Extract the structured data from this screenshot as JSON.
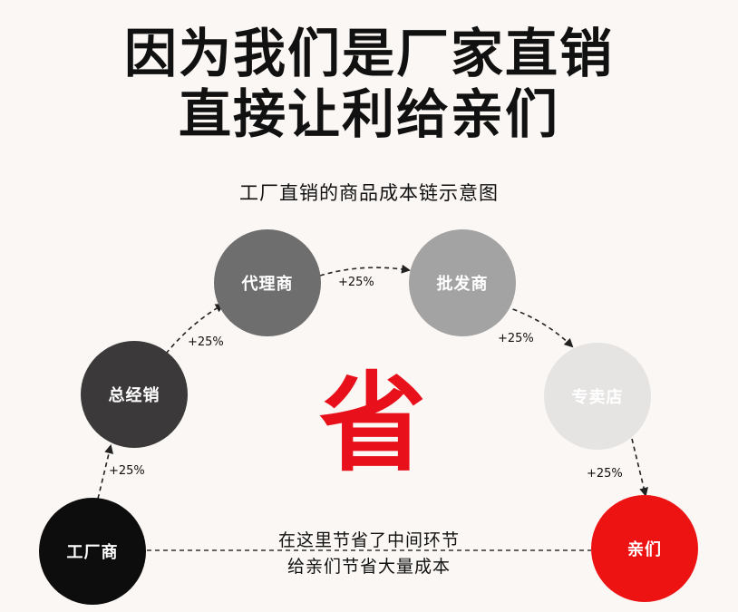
{
  "headline": [
    "因为我们是厂家直销",
    "直接让利给亲们"
  ],
  "subtitle": "工厂直销的商品成本链示意图",
  "nodes": [
    {
      "label": "工厂商",
      "color": "#0d0d0d"
    },
    {
      "label": "总经销",
      "color": "#3b393a"
    },
    {
      "label": "代理商",
      "color": "#6f6e6f"
    },
    {
      "label": "批发商",
      "color": "#a4a3a3"
    },
    {
      "label": "专卖店",
      "color": "#e6e4e3"
    },
    {
      "label": "亲们",
      "color": "#ee1313"
    }
  ],
  "markups": [
    "+25%",
    "+25%",
    "+25%",
    "+25%",
    "+25%"
  ],
  "big_char": "省",
  "note": [
    "在这里节省了中间环节",
    "给亲们节省大量成本"
  ]
}
